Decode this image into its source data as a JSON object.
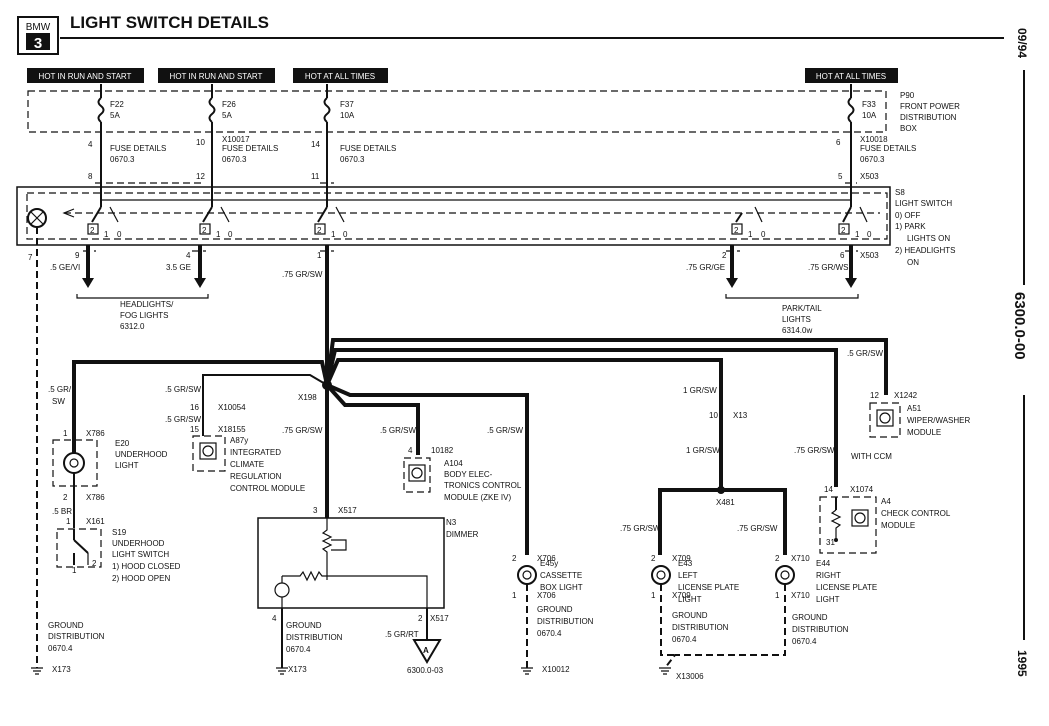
{
  "brand": {
    "name": "BMW",
    "model": "3"
  },
  "title": "LIGHT SWITCH DETAILS",
  "side_labels": {
    "date": "09/94",
    "page": "6300.0-00",
    "year": "1995"
  },
  "power_headers": [
    "HOT IN RUN AND START",
    "HOT IN RUN AND START",
    "HOT AT ALL TIMES",
    "HOT AT ALL TIMES"
  ],
  "p90": {
    "id": "P90",
    "line1": "FRONT POWER",
    "line2": "DISTRIBUTION",
    "line3": "BOX"
  },
  "fuses": [
    {
      "name": "F22",
      "amps": "5A"
    },
    {
      "name": "F26",
      "amps": "5A"
    },
    {
      "name": "F37",
      "amps": "10A"
    },
    {
      "name": "F33",
      "amps": "10A"
    }
  ],
  "fuse_details": [
    {
      "pin": "4",
      "connector": "",
      "text": "FUSE DETAILS",
      "ref": "0670.3"
    },
    {
      "pin": "10",
      "connector": "X10017",
      "text": "FUSE DETAILS",
      "ref": "0670.3"
    },
    {
      "pin": "14",
      "connector": "",
      "text": "FUSE DETAILS",
      "ref": "0670.3"
    },
    {
      "pin": "6",
      "connector": "X10018",
      "text": "FUSE DETAILS",
      "ref": "0670.3"
    }
  ],
  "switch_in_pins": [
    "8",
    "12",
    "11",
    "5"
  ],
  "x503": "X503",
  "s8": {
    "id": "S8",
    "name": "LIGHT SWITCH",
    "opt0": "0)  OFF",
    "opt1": "1)  PARK",
    "opt1b": "LIGHTS ON",
    "opt2": "2)  HEADLIGHTS",
    "opt2b": "ON"
  },
  "switch_pos": {
    "a": "2",
    "b": "1",
    "c": "0"
  },
  "outputs": [
    {
      "pin": "7",
      "wire": ""
    },
    {
      "pin": "9",
      "wire": ".5 GE/VI"
    },
    {
      "pin": "4",
      "wire": "3.5 GE"
    },
    {
      "pin": "1",
      "wire": ".75 GR/SW"
    },
    {
      "pin": "2",
      "wire": ".75 GR/GE"
    },
    {
      "pin": "6",
      "wire": ".75 GR/WS"
    }
  ],
  "headlights": {
    "line1": "HEADLIGHTS/",
    "line2": "FOG LIGHTS",
    "ref": "6312.0"
  },
  "parktail": {
    "line1": "PARK/TAIL",
    "line2": "LIGHTS",
    "ref": "6314.0w"
  },
  "splice": "X198",
  "wires": {
    "left_a": ".5 GR/",
    "left_b": "SW",
    "right_top": ".5 GR/SW",
    "iclim1": ".5 GR/SW",
    "iclim2": ".5 GR/SW",
    "dimmer": ".75 GR/SW",
    "zke": ".5 GR/SW",
    "cassette": ".5 GR/SW",
    "lic_top": "1 GR/SW",
    "lic_mid": "1 GR/SW",
    "lic_left": ".75 GR/SW",
    "lic_right": ".75 GR/SW",
    "check": ".75 GR/SW",
    "br": ".5 BR",
    "dim_out": ".5 GR/RT"
  },
  "e20": {
    "id": "E20",
    "line1": "UNDERHOOD",
    "line2": "LIGHT",
    "pin1": "1",
    "pin2": "2",
    "x1": "X786",
    "x2": "X786"
  },
  "s19": {
    "x": "X161",
    "id": "S19",
    "line1": "UNDERHOOD",
    "line2": "LIGHT SWITCH",
    "opt1": "1)  HOOD CLOSED",
    "opt2": "2)  HOOD OPEN",
    "pin1": "1",
    "pin2": "1",
    "pin3": "2"
  },
  "a87y": {
    "pin1": "16",
    "x1": "X10054",
    "pin2": "15",
    "x2": "X18155",
    "id": "A87y",
    "line1": "INTEGRATED",
    "line2": "CLIMATE",
    "line3": "REGULATION",
    "line4": "CONTROL MODULE"
  },
  "a104": {
    "pin": "4",
    "x": "10182",
    "id": "A104",
    "line1": "BODY ELEC-",
    "line2": "TRONICS CONTROL",
    "line3": "MODULE (ZKE IV)"
  },
  "n3": {
    "pin_in": "3",
    "x_in": "X517",
    "id": "N3",
    "name": "DIMMER",
    "pin_gnd": "4",
    "pin_out": "2",
    "x_out": "X517"
  },
  "e45y": {
    "pin1": "2",
    "x1": "X706",
    "id": "E45y",
    "line1": "CASSETTE",
    "line2": "BOX LIGHT",
    "pin2": "1",
    "x2": "X706"
  },
  "x13": {
    "pin": "10",
    "x": "X13"
  },
  "x481": "X481",
  "e43": {
    "pin1": "2",
    "x1": "X709",
    "id": "E43",
    "line1": "LEFT",
    "line2": "LICENSE PLATE",
    "line3": "LIGHT",
    "pin2": "1",
    "x2": "X709"
  },
  "e44": {
    "pin1": "2",
    "x1": "X710",
    "id": "E44",
    "line1": "RIGHT",
    "line2": "LICENSE PLATE",
    "line3": "LIGHT",
    "pin2": "1",
    "x2": "X710"
  },
  "a51": {
    "pin": "12",
    "x": "X1242",
    "id": "A51",
    "line1": "WIPER/WASHER",
    "line2": "MODULE",
    "note": "WITH CCM"
  },
  "a4": {
    "pin": "14",
    "x": "X1074",
    "id": "A4",
    "line1": "CHECK CONTROL",
    "line2": "MODULE",
    "pin2": "31"
  },
  "grounds": [
    {
      "line1": "GROUND",
      "line2": "DISTRIBUTION",
      "ref": "0670.4",
      "x": "X173"
    },
    {
      "line1": "GROUND",
      "line2": "DISTRIBUTION",
      "ref": "0670.4",
      "x": "X173"
    },
    {
      "line1": "GROUND",
      "line2": "DISTRIBUTION",
      "ref": "0670.4",
      "x": "X10012"
    },
    {
      "line1": "GROUND",
      "line2": "DISTRIBUTION",
      "ref": "0670.4",
      "x": "X13006"
    },
    {
      "line1": "GROUND",
      "line2": "DISTRIBUTION",
      "ref": "0670.4",
      "x": ""
    }
  ],
  "offpage": {
    "symbol": "A",
    "ref": "6300.0-03"
  }
}
